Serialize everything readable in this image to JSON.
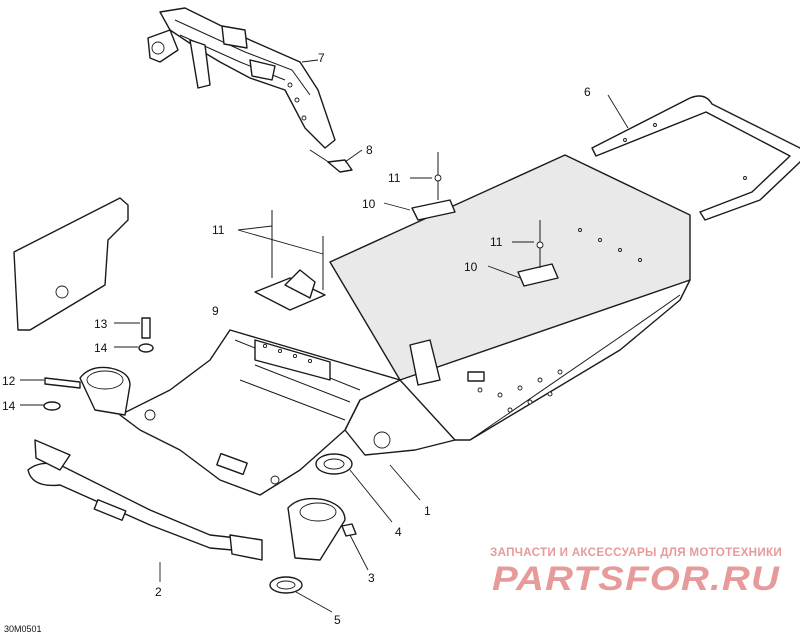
{
  "callouts": [
    {
      "id": "c1",
      "text": "1"
    },
    {
      "id": "c2",
      "text": "2"
    },
    {
      "id": "c3",
      "text": "3"
    },
    {
      "id": "c4",
      "text": "4"
    },
    {
      "id": "c5",
      "text": "5"
    },
    {
      "id": "c6",
      "text": "6"
    },
    {
      "id": "c7",
      "text": "7"
    },
    {
      "id": "c8",
      "text": "8"
    },
    {
      "id": "c9",
      "text": "9"
    },
    {
      "id": "c10a",
      "text": "10"
    },
    {
      "id": "c10b",
      "text": "10"
    },
    {
      "id": "c11a",
      "text": "11"
    },
    {
      "id": "c11b",
      "text": "11"
    },
    {
      "id": "c11c",
      "text": "11"
    },
    {
      "id": "c12",
      "text": "12"
    },
    {
      "id": "c13",
      "text": "13"
    },
    {
      "id": "c14a",
      "text": "14"
    },
    {
      "id": "c14b",
      "text": "14"
    }
  ],
  "drawing_code": "30M0501",
  "watermark": {
    "tagline": "ЗАПЧАСТИ И АКСЕССУАРЫ ДЛЯ МОТОТЕХНИКИ",
    "logo": "PARTSFOR.RU",
    "color": "#e79a9a"
  },
  "colors": {
    "line": "#1a1a1a",
    "background": "#ffffff"
  }
}
